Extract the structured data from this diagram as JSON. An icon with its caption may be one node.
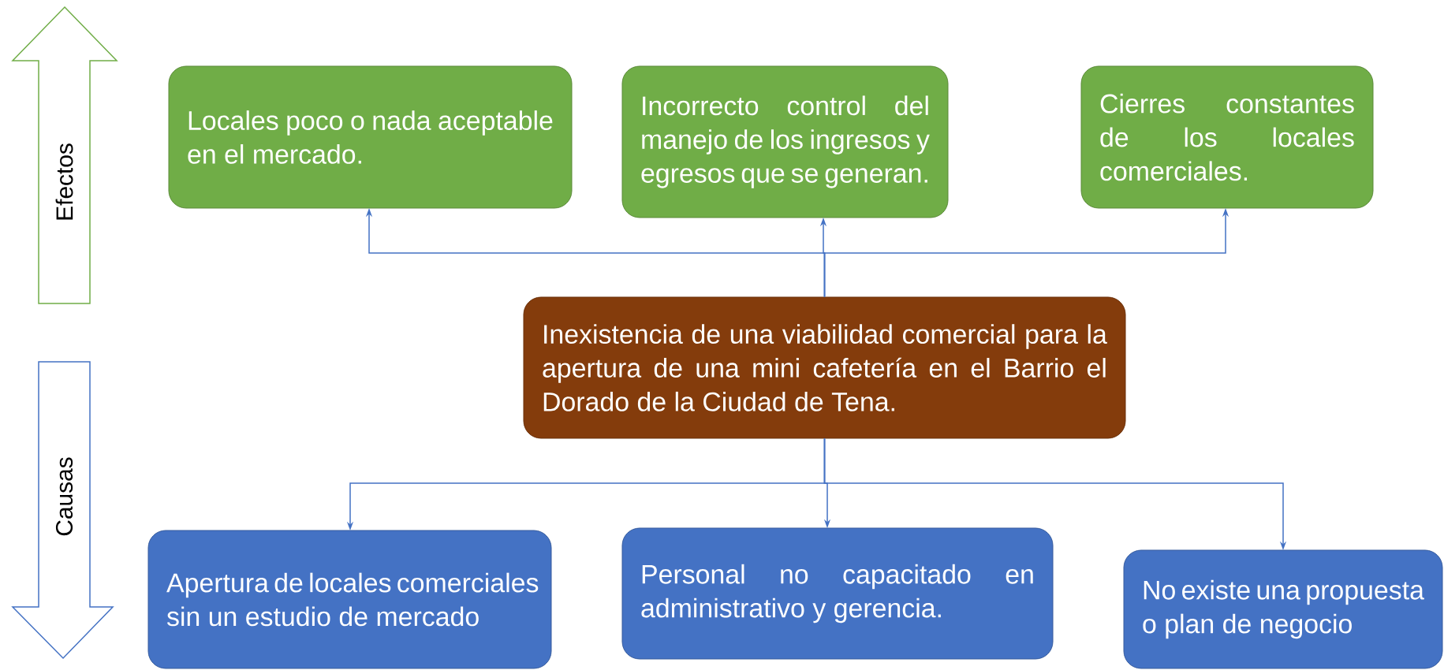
{
  "diagram": {
    "nodes": [
      {
        "text": [
          "Efectos"
        ]
      },
      {
        "text": [
          "Causas"
        ]
      },
      {
        "text": [
          "Locales poco o nada aceptable en el mercado."
        ]
      },
      {
        "text": [
          "Incorrecto control del manejo de los ingresos y egresos que se generan."
        ]
      },
      {
        "text": [
          "Cierres constantes de los locales comerciales."
        ]
      },
      {
        "text": [
          "Inexistencia de una viabilidad comercial para la apertura de una mini cafetería en el Barrio el Dorado de la Ciudad de Tena."
        ]
      },
      {
        "text": [
          "Apertura de locales comerciales sin un estudio de mercado"
        ]
      },
      {
        "text": [
          "Personal no capacitado en administrativo y gerencia."
        ]
      },
      {
        "text": [
          "No existe una propuesta o plan de negocio"
        ]
      }
    ],
    "edges": [
      {
        "from": 5,
        "to": 2,
        "arrow": "to"
      },
      {
        "from": 5,
        "to": 3,
        "arrow": "to"
      },
      {
        "from": 5,
        "to": 4,
        "arrow": "to"
      },
      {
        "from": 5,
        "to": 6,
        "arrow": "to"
      },
      {
        "from": 5,
        "to": 7,
        "arrow": "to"
      },
      {
        "from": 5,
        "to": 8,
        "arrow": "to"
      }
    ]
  }
}
